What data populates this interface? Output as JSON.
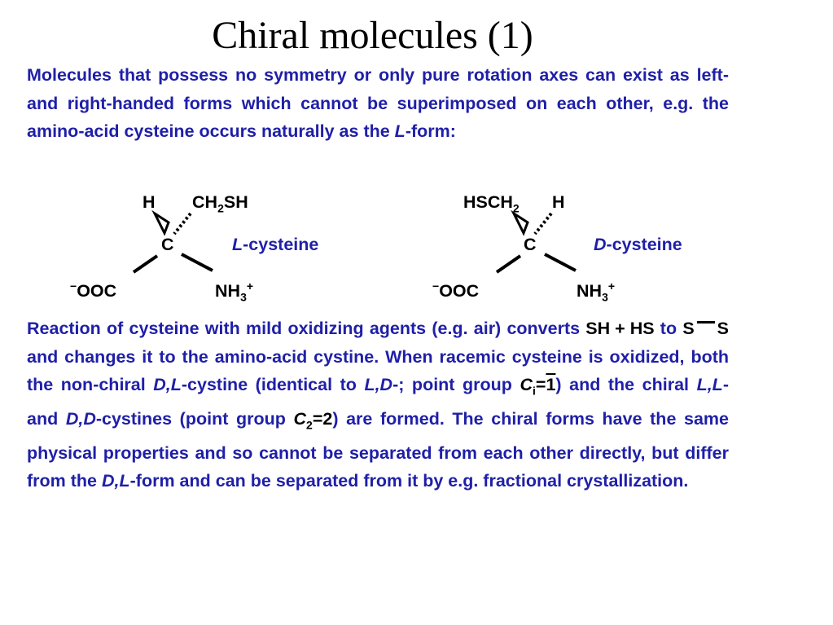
{
  "title": "Chiral molecules (1)",
  "paragraph1": {
    "t1": "Molecules that possess no symmetry or only pure rotation axes can exist as left- and right-handed forms which cannot be superimposed on each other, e.g. the amino-acid cysteine occurs naturally as the ",
    "t2": "L",
    "t3": "-form:"
  },
  "l_cysteine": {
    "h": "H",
    "ch2sh_a": "CH",
    "ch2sh_sub": "2",
    "ch2sh_b": "SH",
    "c": "C",
    "label_italic": "L",
    "label_rest": "-cysteine",
    "ooc_sup": "−",
    "ooc": "OOC",
    "nh3": "NH",
    "nh3_sub": "3",
    "nh3_sup": "+"
  },
  "d_cysteine": {
    "hsch2_a": "HSCH",
    "hsch2_sub": "2",
    "h": "H",
    "c": "C",
    "label_italic": "D",
    "label_rest": "-cysteine",
    "ooc_sup": "−",
    "ooc": "OOC",
    "nh3": "NH",
    "nh3_sub": "3",
    "nh3_sup": "+"
  },
  "paragraph2": {
    "t1": "Reaction of cysteine with mild oxidizing agents (e.g. air) converts ",
    "sh": "SH",
    "plus": "+",
    "hs": "HS",
    "to": " to ",
    "s1": "S",
    "s2": "S",
    "t2": " and changes it to the amino-acid cystine. When racemic cysteine is oxidized, both the non-chiral ",
    "dl1": "D,L",
    "t3": "-cystine (identical to ",
    "ld": "L,D",
    "t4": "-; point group ",
    "ci_c": "C",
    "ci_sub": "i",
    "ci_eq": "=",
    "ci_bar": "1",
    "t5": ") and the chiral ",
    "ll": "L,L",
    "t6": "- and ",
    "dd": "D,D",
    "t7": "-cystines (point group ",
    "c2_c": "C",
    "c2_sub": "2",
    "c2_eq": "=2",
    "t8": ") are formed. The chiral forms have the same physical properties and so cannot be separated from each other directly, but differ from the ",
    "dl2": "D,L",
    "t9": "-form and can be separated from it by e.g. fractional crystallization."
  },
  "colors": {
    "text": "#1f1fa8",
    "structure": "#000000"
  }
}
